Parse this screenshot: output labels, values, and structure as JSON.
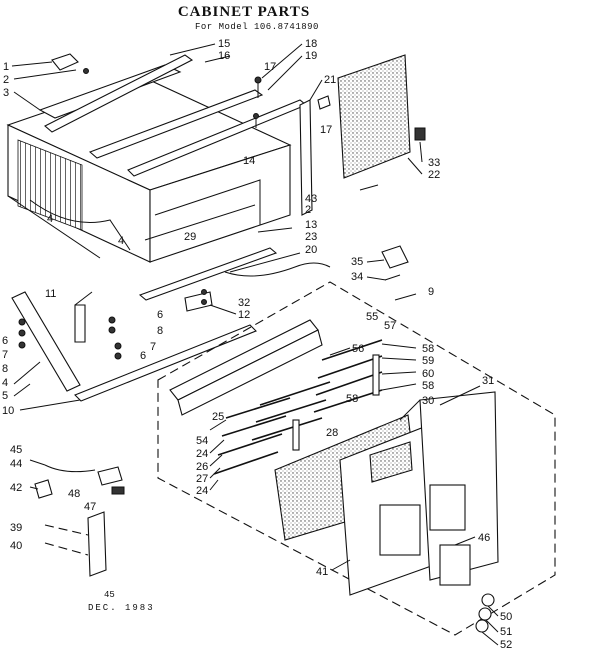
{
  "title": "CABINET PARTS",
  "model_line": "For Model 106.8741890",
  "footer": {
    "code": "45",
    "date": "DEC. 1983"
  },
  "callouts": {
    "c1": "1",
    "c2a": "2",
    "c3": "3",
    "c4a": "4",
    "c4b": "4",
    "c4c": "4",
    "c5": "5",
    "c6a": "6",
    "c6b": "6",
    "c6c": "6",
    "c7a": "7",
    "c7b": "7",
    "c8a": "8",
    "c8b": "8",
    "c9": "9",
    "c10": "10",
    "c11": "11",
    "c12": "12",
    "c13": "13",
    "c14": "14",
    "c15": "15",
    "c16": "16",
    "c17a": "17",
    "c17b": "17",
    "c18": "18",
    "c19": "19",
    "c2b": "2",
    "c20": "20",
    "c21": "21",
    "c22": "22",
    "c23": "23",
    "c24a": "24",
    "c24b": "24",
    "c24c": "24",
    "c25": "25",
    "c26": "26",
    "c27": "27",
    "c28": "28",
    "c29": "29",
    "c30": "30",
    "c31": "31",
    "c32": "32",
    "c33": "33",
    "c34": "34",
    "c35": "35",
    "c39": "39",
    "c40": "40",
    "c41": "41",
    "c42": "42",
    "c43": "43",
    "c44": "44",
    "c45": "45",
    "c46": "46",
    "c47": "47",
    "c48": "48",
    "c50": "50",
    "c51": "51",
    "c52": "52",
    "c54": "54",
    "c55": "55",
    "c56": "56",
    "c57": "57",
    "c58a": "58",
    "c58b": "58",
    "c58c": "58",
    "c59": "59",
    "c60": "60"
  }
}
